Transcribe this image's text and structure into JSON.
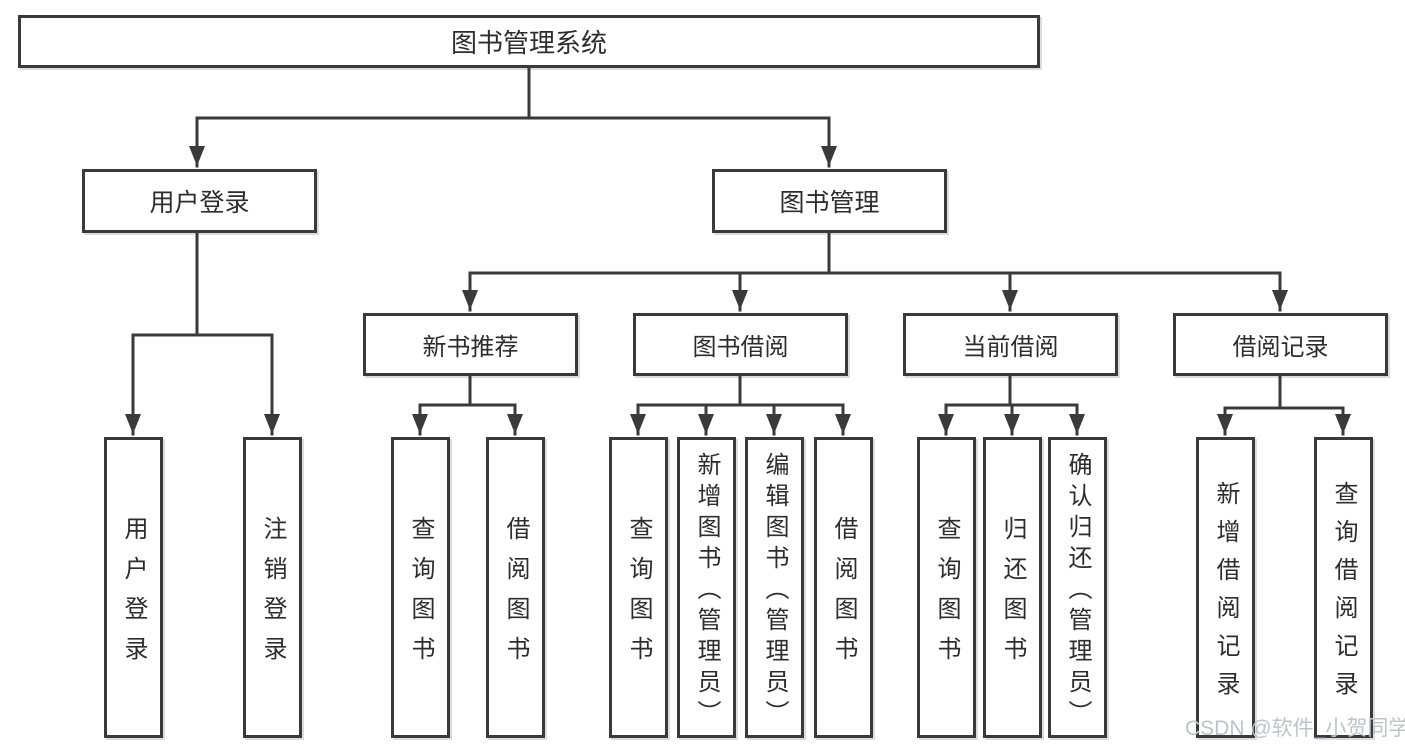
{
  "colors": {
    "line": "#3a3a3a",
    "box_border": "#3a3a3a",
    "text": "#2d2d2d",
    "watermark": "#bfc3c9",
    "background": "#ffffff"
  },
  "tree": {
    "root": {
      "label": "图书管理系统"
    },
    "branches": [
      {
        "label": "用户登录",
        "children": [
          "用户登录",
          "注销登录"
        ]
      },
      {
        "label": "图书管理",
        "modules": [
          {
            "label": "新书推荐",
            "children": [
              "查询图书",
              "借阅图书"
            ]
          },
          {
            "label": "图书借阅",
            "children": [
              "查询图书",
              "新增图书（管理员）",
              "编辑图书（管理员）",
              "借阅图书"
            ]
          },
          {
            "label": "当前借阅",
            "children": [
              "查询图书",
              "归还图书",
              "确认归还（管理员）"
            ]
          },
          {
            "label": "借阅记录",
            "children": [
              "新增借阅记录",
              "查询借阅记录"
            ]
          }
        ]
      }
    ]
  },
  "watermark": {
    "text": "CSDN @软件_小贺同学"
  }
}
